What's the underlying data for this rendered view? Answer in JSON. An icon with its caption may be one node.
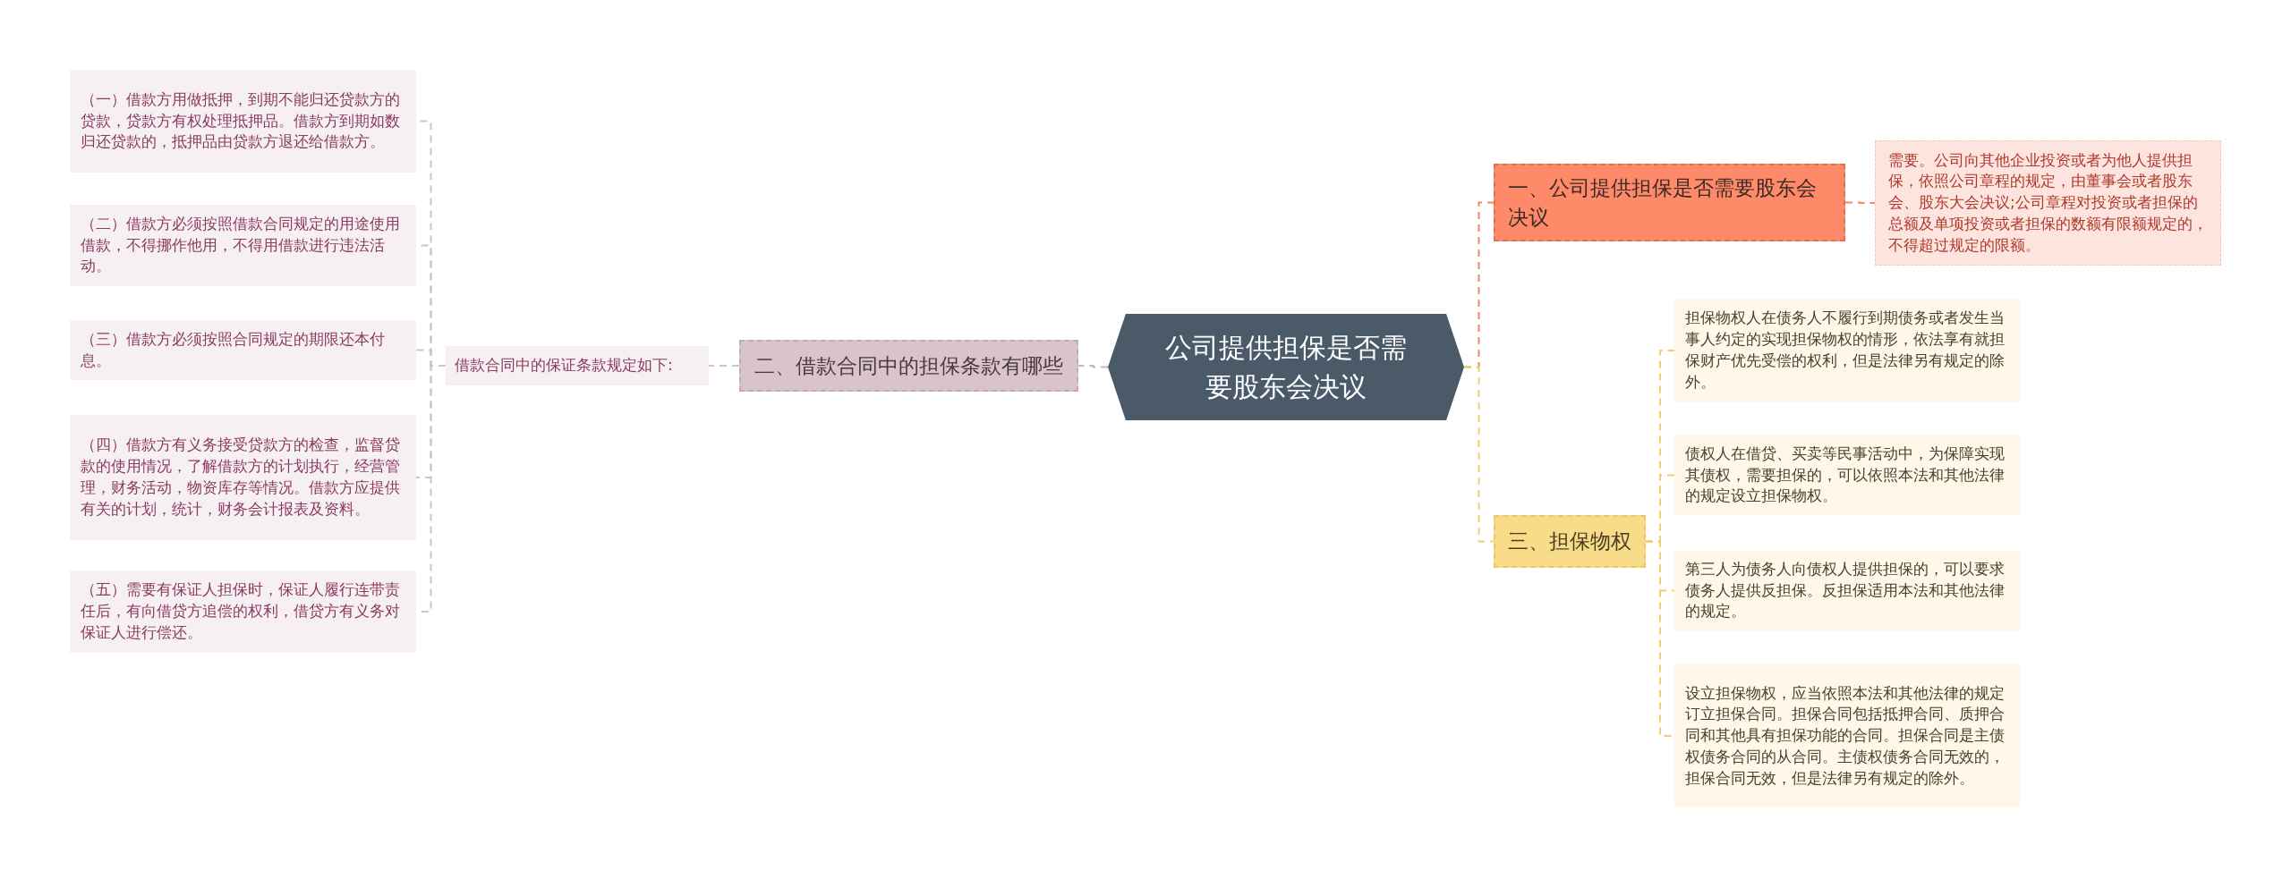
{
  "diagram": {
    "nodes": [
      {
        "text": [
          "公司提供担保是否需要股东会决议"
        ]
      },
      {
        "text": [
          "一、公司提供担保是否需要股东会决议"
        ]
      },
      {
        "text": [
          "需要。公司向其他企业投资或者为他人提供担保，依照公司章程的规定，由董事会或者股东会、股东大会决议;公司章程对投资或者担保的总额及单项投资或者担保的数额有限额规定的，不得超过规定的限额。"
        ]
      },
      {
        "text": [
          "二、借款合同中的担保条款有哪些"
        ]
      },
      {
        "text": [
          "借款合同中的保证条款规定如下:"
        ]
      },
      {
        "text": [
          "（一）借款方用做抵押，到期不能归还贷款方的贷款，贷款方有权处理抵押品。借款方到期如数归还贷款的，抵押品由贷款方退还给借款方。"
        ]
      },
      {
        "text": [
          "（二）借款方必须按照借款合同规定的用途使用借款，不得挪作他用，不得用借款进行违法活动。"
        ]
      },
      {
        "text": [
          "（三）借款方必须按照合同规定的期限还本付息。"
        ]
      },
      {
        "text": [
          "（四）借款方有义务接受贷款方的检查，监督贷款的使用情况，了解借款方的计划执行，经营管理，财务活动，物资库存等情况。借款方应提供有关的计划，统计，财务会计报表及资料。"
        ]
      },
      {
        "text": [
          "（五）需要有保证人担保时，保证人履行连带责任后，有向借贷方追偿的权利，借贷方有义务对保证人进行偿还。"
        ]
      },
      {
        "text": [
          "三、担保物权"
        ]
      },
      {
        "text": [
          "担保物权人在债务人不履行到期债务或者发生当事人约定的实现担保物权的情形，依法享有就担保财产优先受偿的权利，但是法律另有规定的除外。"
        ]
      },
      {
        "text": [
          "债权人在借贷、买卖等民事活动中，为保障实现其债权，需要担保的，可以依照本法和其他法律的规定设立担保物权。"
        ]
      },
      {
        "text": [
          "第三人为债务人向债权人提供担保的，可以要求债务人提供反担保。反担保适用本法和其他法律的规定。"
        ]
      },
      {
        "text": [
          "设立担保物权，应当依照本法和其他法律的规定订立担保合同。担保合同包括抵押合同、质押合同和其他具有担保功能的合同。担保合同是主债权债务合同的从合同。主债权债务合同无效的，担保合同无效，但是法律另有规定的除外。"
        ]
      }
    ],
    "edges": [
      {
        "from": 0,
        "to": 1,
        "arrow": "none",
        "style": "dashed",
        "color": "#f08a64"
      },
      {
        "from": 1,
        "to": 2,
        "arrow": "none",
        "style": "dashed",
        "color": "#f08a64"
      },
      {
        "from": 0,
        "to": 3,
        "arrow": "none",
        "style": "dashed",
        "color": "#c9b4bd"
      },
      {
        "from": 3,
        "to": 4,
        "arrow": "none",
        "style": "dashed",
        "color": "#c8c8c8"
      },
      {
        "from": 4,
        "to": 5,
        "arrow": "none",
        "style": "dashed",
        "color": "#c8c8c8"
      },
      {
        "from": 4,
        "to": 6,
        "arrow": "none",
        "style": "dashed",
        "color": "#c8c8c8"
      },
      {
        "from": 4,
        "to": 7,
        "arrow": "none",
        "style": "dashed",
        "color": "#c8c8c8"
      },
      {
        "from": 4,
        "to": 8,
        "arrow": "none",
        "style": "dashed",
        "color": "#c8c8c8"
      },
      {
        "from": 4,
        "to": 9,
        "arrow": "none",
        "style": "dashed",
        "color": "#c8c8c8"
      },
      {
        "from": 0,
        "to": 10,
        "arrow": "none",
        "style": "dashed",
        "color": "#f0d070"
      },
      {
        "from": 10,
        "to": 11,
        "arrow": "none",
        "style": "dashed",
        "color": "#f0d070"
      },
      {
        "from": 10,
        "to": 12,
        "arrow": "none",
        "style": "dashed",
        "color": "#f0d070"
      },
      {
        "from": 10,
        "to": 13,
        "arrow": "none",
        "style": "dashed",
        "color": "#f0d070"
      },
      {
        "from": 10,
        "to": 14,
        "arrow": "none",
        "style": "dashed",
        "color": "#f0d070"
      }
    ]
  }
}
